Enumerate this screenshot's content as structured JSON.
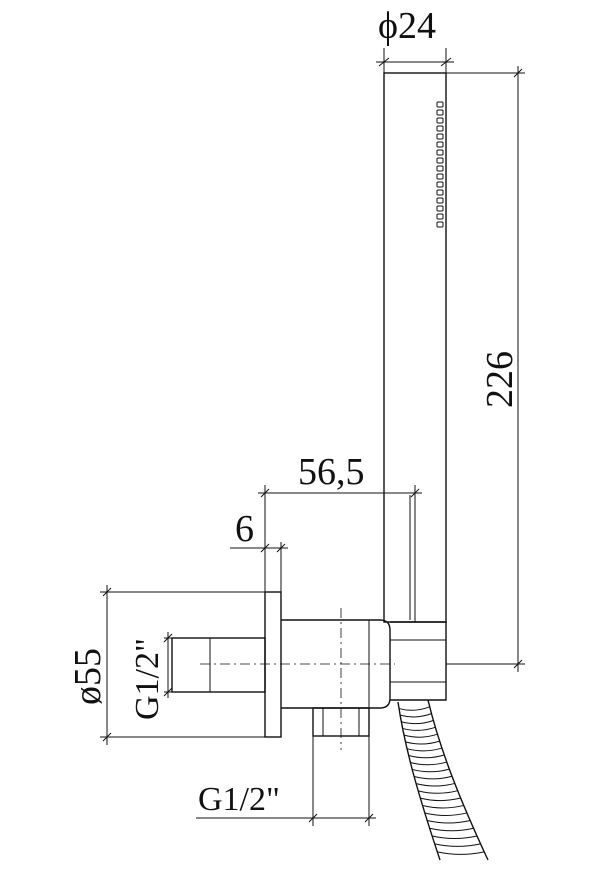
{
  "dimensions": {
    "handset_diameter": "ϕ24",
    "total_height": "226",
    "projection": "56,5",
    "plate_thickness": "6",
    "plate_diameter": "ø55",
    "inlet_thread": "G1/2\"",
    "outlet_thread": "G1/2\""
  }
}
